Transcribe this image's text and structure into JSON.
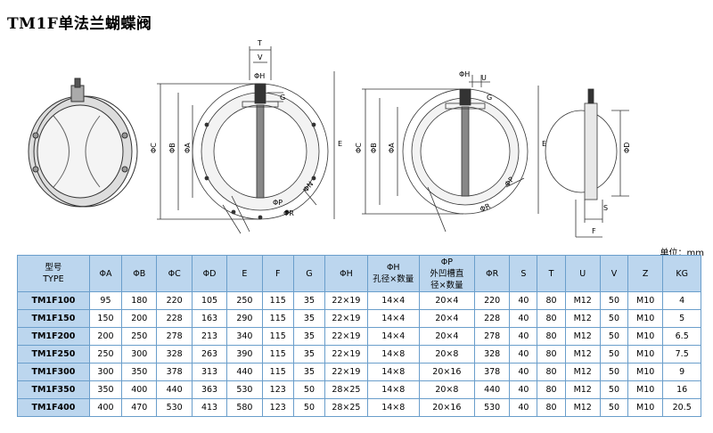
{
  "title": "TM1F单法兰蝴蝶阀",
  "unit_label": "单位：mm",
  "drawing_labels": {
    "T": "T",
    "V": "V",
    "PhiH": "ΦH",
    "G": "G",
    "PhiC": "ΦC",
    "PhiB": "ΦB",
    "PhiA": "ΦA",
    "E": "E",
    "PhiN": "ΦN",
    "PhiP": "ΦP",
    "PhiR": "ΦR",
    "U": "U",
    "PhiD": "ΦD",
    "S": "S",
    "F": "F"
  },
  "table": {
    "headers": [
      {
        "line1": "型号",
        "line2": "TYPE"
      },
      {
        "line1": "ΦA"
      },
      {
        "line1": "ΦB"
      },
      {
        "line1": "ΦC"
      },
      {
        "line1": "ΦD"
      },
      {
        "line1": "E"
      },
      {
        "line1": "F"
      },
      {
        "line1": "G"
      },
      {
        "line1": "ΦH"
      },
      {
        "line1": "ΦH",
        "line2": "孔径×数量"
      },
      {
        "line1": "ΦP",
        "line2": "外凹槽直",
        "line3": "径×数量"
      },
      {
        "line1": "ΦR"
      },
      {
        "line1": "S"
      },
      {
        "line1": "T"
      },
      {
        "line1": "U"
      },
      {
        "line1": "V"
      },
      {
        "line1": "Z"
      },
      {
        "line1": "KG"
      }
    ],
    "rows": [
      [
        "TM1F100",
        "95",
        "180",
        "220",
        "105",
        "250",
        "115",
        "35",
        "22×19",
        "14×4",
        "20×4",
        "220",
        "40",
        "80",
        "M12",
        "50",
        "M10",
        "4"
      ],
      [
        "TM1F150",
        "150",
        "200",
        "228",
        "163",
        "290",
        "115",
        "35",
        "22×19",
        "14×4",
        "20×4",
        "228",
        "40",
        "80",
        "M12",
        "50",
        "M10",
        "5"
      ],
      [
        "TM1F200",
        "200",
        "250",
        "278",
        "213",
        "340",
        "115",
        "35",
        "22×19",
        "14×4",
        "20×4",
        "278",
        "40",
        "80",
        "M12",
        "50",
        "M10",
        "6.5"
      ],
      [
        "TM1F250",
        "250",
        "300",
        "328",
        "263",
        "390",
        "115",
        "35",
        "22×19",
        "14×8",
        "20×8",
        "328",
        "40",
        "80",
        "M12",
        "50",
        "M10",
        "7.5"
      ],
      [
        "TM1F300",
        "300",
        "350",
        "378",
        "313",
        "440",
        "115",
        "35",
        "22×19",
        "14×8",
        "20×16",
        "378",
        "40",
        "80",
        "M12",
        "50",
        "M10",
        "9"
      ],
      [
        "TM1F350",
        "350",
        "400",
        "440",
        "363",
        "530",
        "123",
        "50",
        "28×25",
        "14×8",
        "20×8",
        "440",
        "40",
        "80",
        "M12",
        "50",
        "M10",
        "16"
      ],
      [
        "TM1F400",
        "400",
        "470",
        "530",
        "413",
        "580",
        "123",
        "50",
        "28×25",
        "14×8",
        "20×16",
        "530",
        "40",
        "80",
        "M12",
        "50",
        "M10",
        "20.5"
      ]
    ]
  }
}
